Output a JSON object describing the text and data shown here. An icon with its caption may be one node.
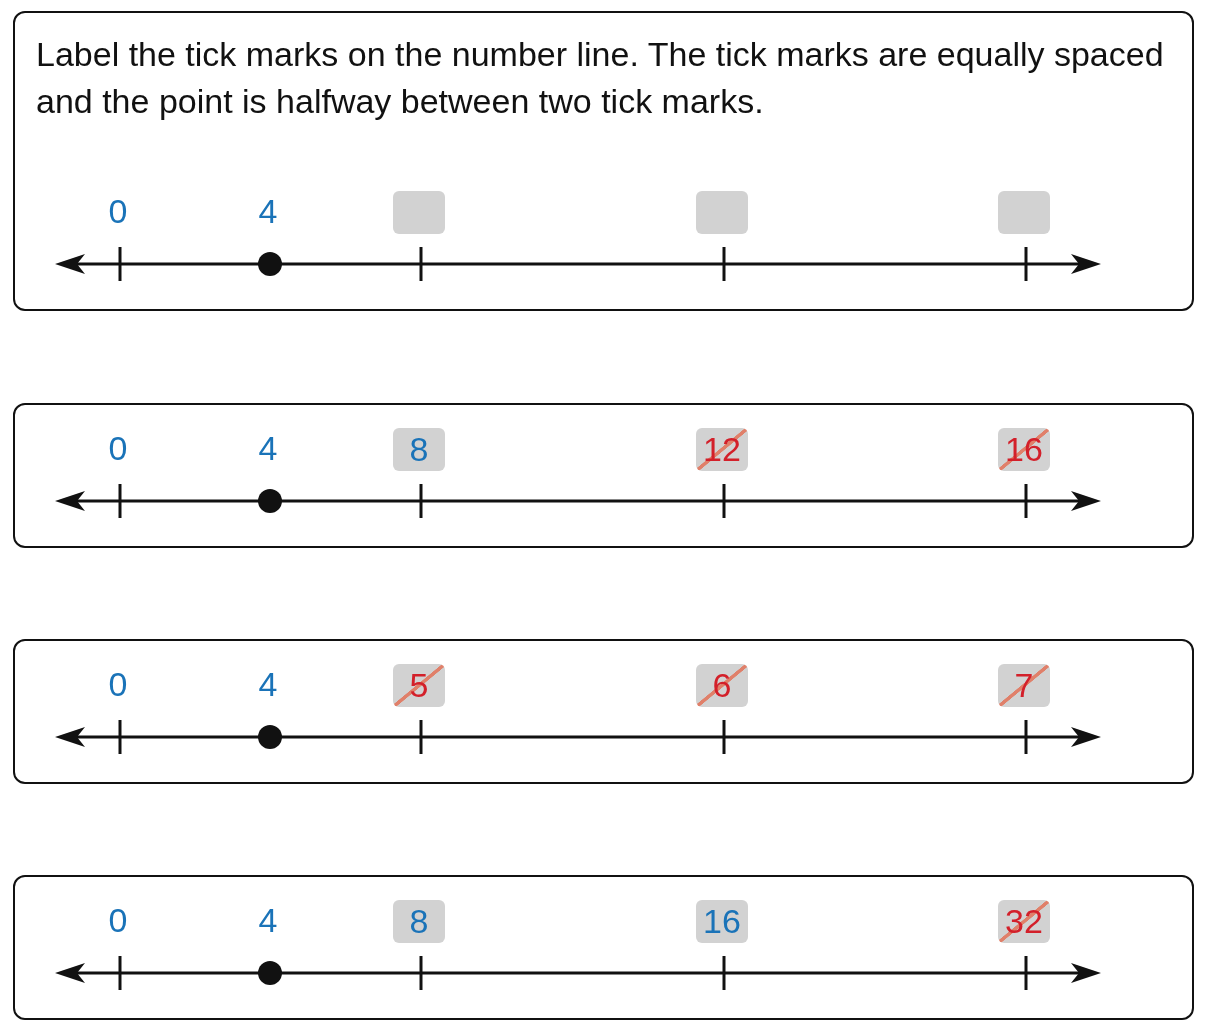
{
  "diagram": {
    "nodes": [
      {
        "text": [
          "Label the tick marks on the number line. The tick marks are equally spaced and the point is halfway between two tick marks."
        ]
      },
      {
        "text": [],
        "shape": "box",
        "in": 0
      },
      {
        "text": [],
        "shape": "box",
        "in": 0
      },
      {
        "text": [],
        "shape": "box",
        "in": 0
      },
      {
        "text": [],
        "shape": "box"
      },
      {
        "text": [
          "8"
        ],
        "in": 4
      },
      {
        "text": [
          "12"
        ],
        "in": 4
      },
      {
        "text": [
          "16"
        ],
        "in": 4
      },
      {
        "text": [],
        "shape": "box"
      },
      {
        "text": [
          "5"
        ],
        "in": 8
      },
      {
        "text": [
          "6"
        ],
        "in": 8
      },
      {
        "text": [
          "7"
        ],
        "in": 8
      },
      {
        "text": [],
        "shape": "box"
      },
      {
        "text": [
          "8"
        ],
        "in": 12
      },
      {
        "text": [
          "16"
        ],
        "in": 12
      },
      {
        "text": [
          "32"
        ],
        "in": 12
      }
    ],
    "labels": [
      "0",
      "4",
      "0",
      "4",
      "0",
      "4",
      "0",
      "4"
    ]
  }
}
